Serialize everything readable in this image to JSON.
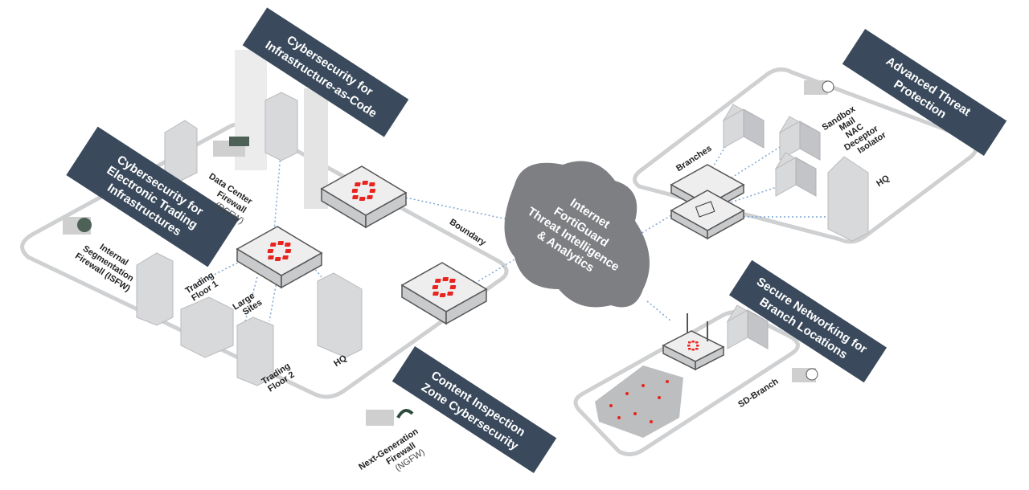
{
  "banners": {
    "iac": [
      "Cybersecurity for",
      "Infrastructure-as-Code"
    ],
    "trading": [
      "Cybersecurity for",
      "Electronic Trading",
      "Infrastructures"
    ],
    "atp": [
      "Advanced Threat",
      "Protection"
    ],
    "branch": [
      "Secure Networking for",
      "Branch Locations"
    ],
    "content": [
      "Content Inspection",
      "Zone Cybersecurity"
    ]
  },
  "cloud": [
    "Internet",
    "FortiGuard",
    "Threat Intelligence",
    "& Analytics"
  ],
  "labels": {
    "dcfw": [
      "Data Center",
      "Firewall",
      "(DCFW)"
    ],
    "isfw": [
      "Internal",
      "Segmentation",
      "Firewall (ISFW)"
    ],
    "boundary": "Boundary",
    "trading_floor_1": [
      "Trading",
      "Floor 1"
    ],
    "large_sites": [
      "Large",
      "Sites"
    ],
    "hq_left": "HQ",
    "trading_floor_2": [
      "Trading",
      "Floor 2"
    ],
    "ngfw": [
      "Next-Generation",
      "Firewall",
      "(NGFW)"
    ],
    "branches": "Branches",
    "atp_list": [
      "Sandbox",
      "Mail",
      "NAC",
      "Deceptor",
      "Isolator"
    ],
    "hq_right": "HQ",
    "sd_branch": "SD-Branch"
  },
  "colors": {
    "banner": "#3a4a5c",
    "cloud": "#7d7f82",
    "brand_red": "#e8241f",
    "link": "#7fa6d0"
  }
}
